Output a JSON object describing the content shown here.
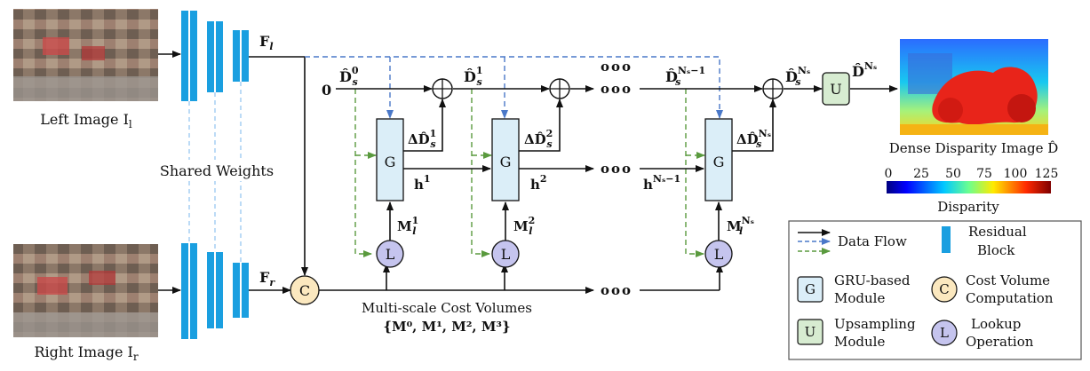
{
  "images": {
    "left": {
      "caption": "Left Image I",
      "sub": "l"
    },
    "right": {
      "caption": "Right Image I",
      "sub": "r"
    },
    "shared_weights": "Shared Weights"
  },
  "features": {
    "left": {
      "main": "F",
      "sub": "l"
    },
    "right": {
      "main": "F",
      "sub": "r"
    }
  },
  "nodes": {
    "cost_volume": "C",
    "gru": "G",
    "lookup": "L",
    "upsample": "U",
    "zero": "0",
    "ellipsis": "ooo"
  },
  "labels": {
    "d0": {
      "main": "D̂",
      "sub": "s",
      "sup": "0"
    },
    "d1": {
      "main": "D̂",
      "sub": "s",
      "sup": "1"
    },
    "dn1": {
      "main": "D̂",
      "sub": "s",
      "sup": "Nₛ−1"
    },
    "dn": {
      "main": "D̂",
      "sub": "s",
      "sup": "Nₛ"
    },
    "dfinal": {
      "main": "D̂",
      "sup": "Nₛ"
    },
    "delta1": {
      "main": "ΔD̂",
      "sub": "s",
      "sup": "1"
    },
    "delta2": {
      "main": "ΔD̂",
      "sub": "s",
      "sup": "2"
    },
    "deltan": {
      "main": "ΔD̂",
      "sub": "s",
      "sup": "Nₛ"
    },
    "h1": {
      "main": "h",
      "sup": "1"
    },
    "h2": {
      "main": "h",
      "sup": "2"
    },
    "hn1": {
      "main": "h",
      "sup": "Nₛ−1"
    },
    "m1": {
      "main": "M",
      "sub": "l",
      "sup": "1"
    },
    "m2": {
      "main": "M",
      "sub": "l",
      "sup": "2"
    },
    "mn": {
      "main": "M",
      "sub": "l",
      "sup": "Nₛ"
    }
  },
  "cost_volumes": {
    "title": "Multi-scale Cost Volumes",
    "set": "{M⁰, M¹, M², M³}"
  },
  "output": {
    "caption": "Dense Disparity Image D̂",
    "colorbar_ticks": [
      "0",
      "25",
      "50",
      "75",
      "100",
      "125"
    ],
    "colorbar_label": "Disparity"
  },
  "legend": {
    "data_flow": "Data Flow",
    "residual_line1": "Residual",
    "residual_line2": "Block",
    "gru_line1": "GRU-based",
    "gru_line2": "Module",
    "cost_line1": "Cost Volume",
    "cost_line2": "Computation",
    "up_line1": "Upsampling",
    "up_line2": "Module",
    "lookup_line1": "Lookup",
    "lookup_line2": "Operation"
  },
  "colors": {
    "residual_block": "#1a9fe0",
    "gru_fill": "#dbeef8",
    "upsample_fill": "#d7ecd1",
    "cost_fill": "#fbe8bf",
    "lookup_fill": "#c5c4ee",
    "blue_dash": "#4a78c8",
    "green_dash": "#5a9a3e"
  }
}
